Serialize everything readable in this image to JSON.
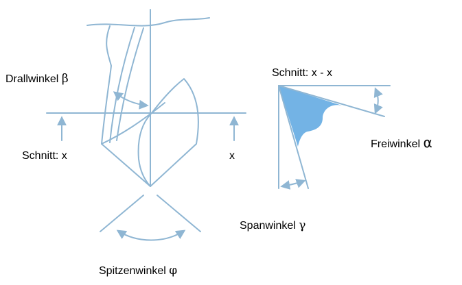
{
  "labels": {
    "drall": "Drallwinkel",
    "drall_symbol": "β",
    "schnitt_x": "Schnitt: x",
    "x_right": "x",
    "schnitt_xx": "Schnitt: x - x",
    "frei": "Freiwinkel",
    "frei_symbol": "α",
    "span": "Spanwinkel",
    "span_symbol": "γ",
    "spitzen": "Spitzenwinkel",
    "spitzen_symbol": "φ"
  },
  "colors": {
    "line": "#8fb6d3",
    "fill": "#5aa6e0",
    "text": "#000000"
  }
}
